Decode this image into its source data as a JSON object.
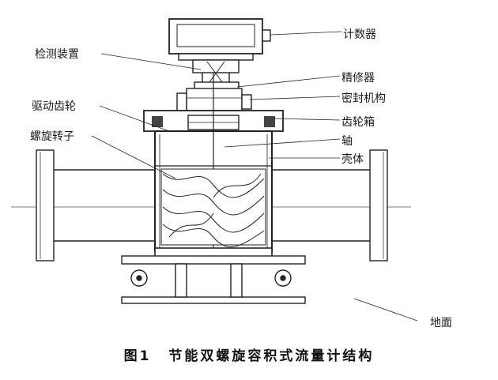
{
  "labels": {
    "counter": "计数器",
    "detector": "检测装置",
    "rectifier": "精修器",
    "seal": "密封机构",
    "drive_gear": "驱动齿轮",
    "gearbox": "齿轮箱",
    "rotor": "螺旋转子",
    "shaft": "轴",
    "housing": "壳体",
    "ground": "地面"
  },
  "caption": {
    "number": "图1",
    "title": "节能双螺旋容积式流量计结构"
  }
}
